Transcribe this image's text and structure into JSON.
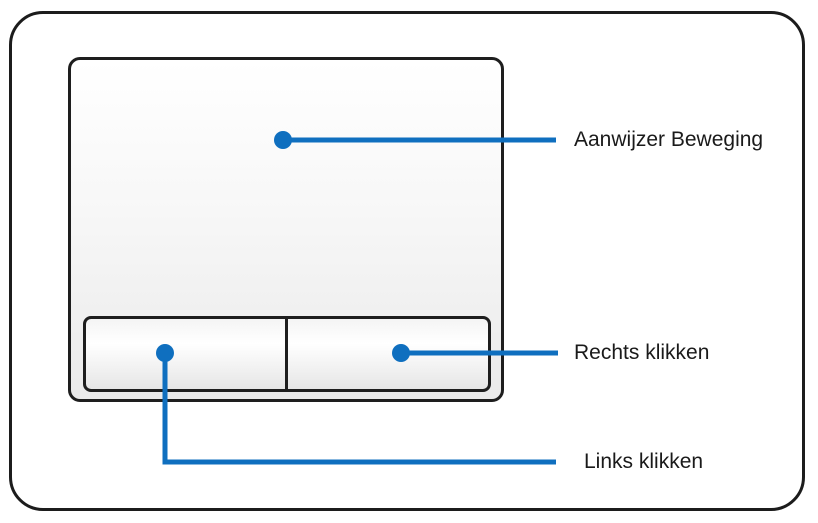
{
  "diagram": {
    "labels": {
      "pointer_movement": "Aanwijzer Beweging",
      "right_click": "Rechts klikken",
      "left_click": "Links klikken"
    },
    "colors": {
      "callout": "#0f6fbf",
      "outline": "#1e1e1e"
    }
  }
}
